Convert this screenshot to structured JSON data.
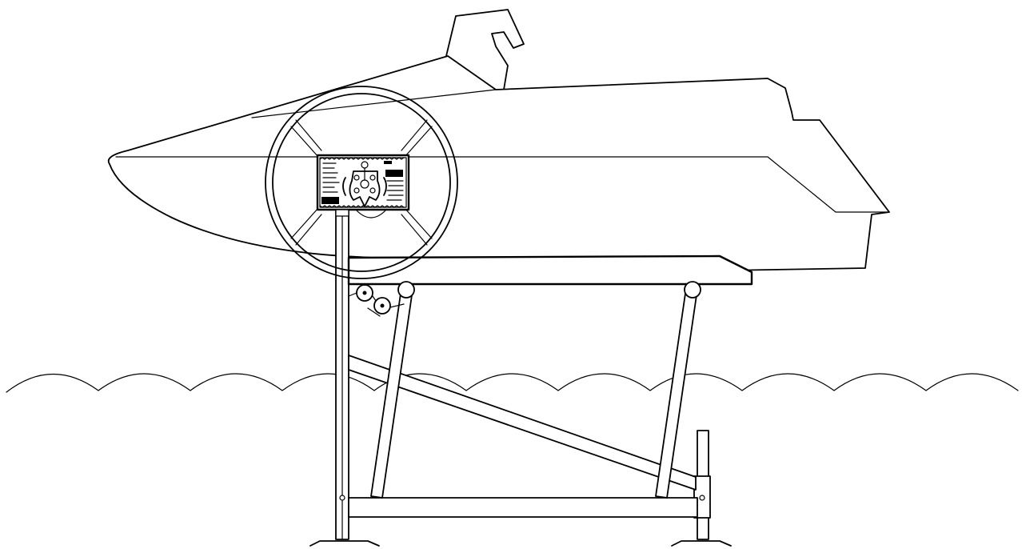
{
  "diagram": {
    "subject": "boat-lift-side-view",
    "parts": {
      "hull": "boat-hull",
      "windshield": "windshield",
      "wheel": "lift-wheel",
      "gearbox": "winch-gearbox",
      "bunk": "bunk-board",
      "frame": "lift-frame",
      "water": "water-surface"
    },
    "colors": {
      "ink": "#000000",
      "paper": "#ffffff"
    }
  }
}
